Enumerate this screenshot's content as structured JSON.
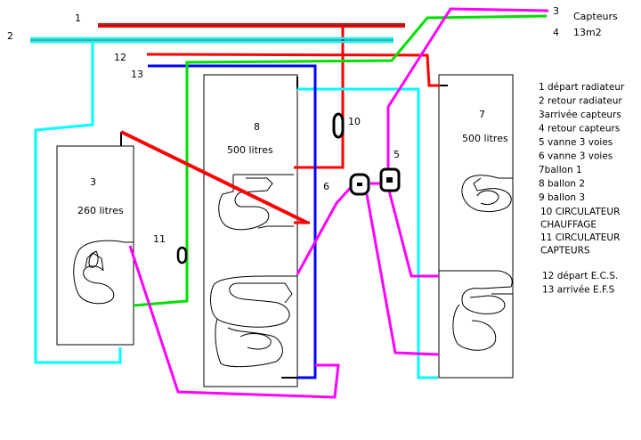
{
  "colors": {
    "hot_red": "#ff0000",
    "cold_blue": "#0000ff",
    "cyan": "#00ffff",
    "green": "#00e000",
    "magenta": "#ff00ff",
    "outline": "#000000"
  },
  "pipe_numbers": {
    "p1": "1",
    "p2": "2",
    "p3": "3",
    "p4": "4",
    "p12": "12",
    "p13": "13"
  },
  "capteurs": {
    "line1": "Capteurs",
    "line2": "13m2"
  },
  "tanks": {
    "t3": {
      "number": "3",
      "volume": "260 litres"
    },
    "t8": {
      "number": "8",
      "volume": "500 litres"
    },
    "t7": {
      "number": "7",
      "volume": "500 litres"
    }
  },
  "components": {
    "c10": "10",
    "c11": "11",
    "c5": "5",
    "c6": "6"
  },
  "legend": [
    "1 départ radiateur",
    "2 retour radiateur",
    "3arrivée capteurs",
    "4 retour capteurs",
    "5 vanne 3 voies",
    "6 vanne 3 voies",
    "7ballon 1",
    "8 ballon 2",
    "9 ballon 3"
  ],
  "legend2": [
    "10 CIRCULATEUR",
    "CHAUFFAGE",
    "11 CIRCULATEUR",
    "CAPTEURS"
  ],
  "legend3": [
    "12 départ E.C.S.",
    "13 arrivée E.F.S"
  ]
}
